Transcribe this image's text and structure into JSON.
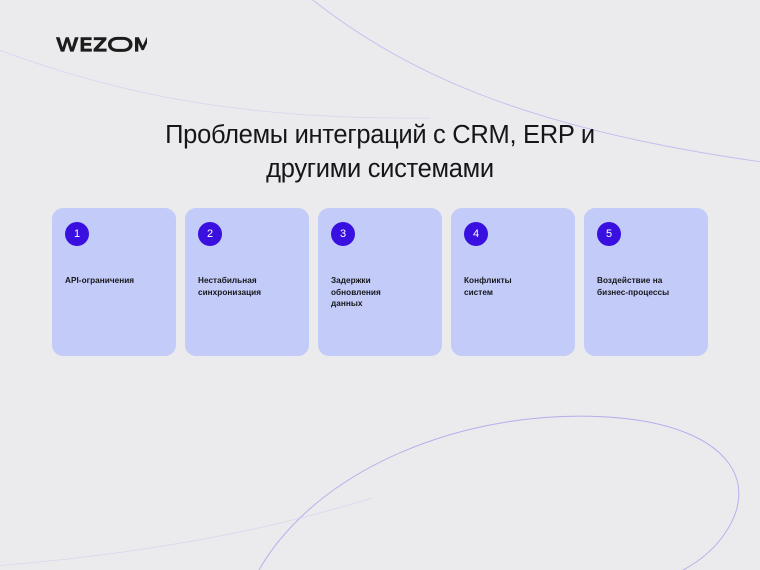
{
  "slide": {
    "background_color": "#ebebed",
    "accent_color": "#3a10e0",
    "card_color": "#c3cbf8",
    "text_color": "#15161a",
    "decor_line_color": "#b9b6ef"
  },
  "logo": {
    "name": "WEZOM",
    "text": "WEZOM",
    "icon": "wezom-logo"
  },
  "title": {
    "full": "Проблемы интеграций с CRM, ERP и другими системами",
    "line1": "Проблемы интеграций с CRM, ERP и",
    "line2": "другими системами"
  },
  "cards": [
    {
      "number": "1",
      "label": "API-ограничения"
    },
    {
      "number": "2",
      "label": "Нестабильная\nсинхронизация"
    },
    {
      "number": "3",
      "label": "Задержки\nобновления\nданных"
    },
    {
      "number": "4",
      "label": "Конфликты\nсистем"
    },
    {
      "number": "5",
      "label": "Воздействие на\nбизнес-процессы"
    }
  ]
}
